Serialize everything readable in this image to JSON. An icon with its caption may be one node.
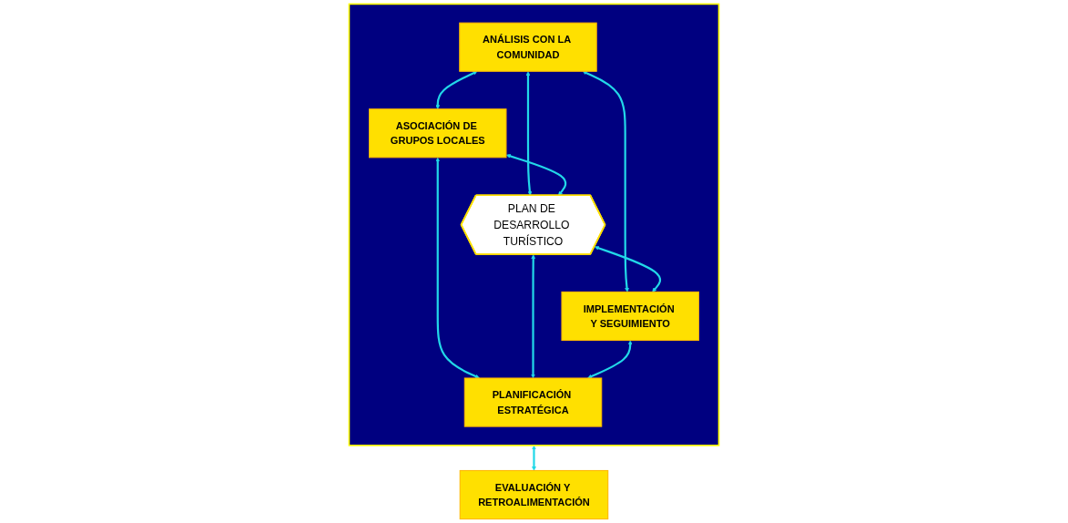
{
  "diagram": {
    "nodes": [
      {
        "text": [],
        "shape": "box"
      },
      {
        "text": [
          "ANÁLISIS CON LA COMUNIDAD"
        ],
        "in": 0
      },
      {
        "text": [
          "ASOCIACIÓN DE GRUPOS LOCALES"
        ],
        "in": 0
      },
      {
        "text": [
          "PLAN DE DESARROLLO TURÍSTICO"
        ],
        "in": 0
      },
      {
        "text": [
          "IMPLEMENTACIÓN Y SEGUIMIENTO"
        ],
        "in": 0
      },
      {
        "text": [
          "PLANIFICACIÓN ESTRATÉGICA"
        ],
        "in": 0
      },
      {
        "text": [
          "EVALUACIÓN Y RETROALIMENTACIÓN"
        ]
      }
    ],
    "edges": [
      {
        "from": 1,
        "to": 2,
        "arrow": "both"
      },
      {
        "from": 1,
        "to": 3,
        "arrow": "both"
      },
      {
        "from": 2,
        "to": 3,
        "arrow": "both"
      },
      {
        "from": 1,
        "to": 4,
        "arrow": "both"
      },
      {
        "from": 2,
        "to": 5,
        "arrow": "both"
      },
      {
        "from": 3,
        "to": 4,
        "arrow": "both"
      },
      {
        "from": 3,
        "to": 5,
        "arrow": "both"
      },
      {
        "from": 4,
        "to": 5,
        "arrow": "both"
      },
      {
        "from": 0,
        "to": 6,
        "arrow": "both"
      }
    ]
  }
}
